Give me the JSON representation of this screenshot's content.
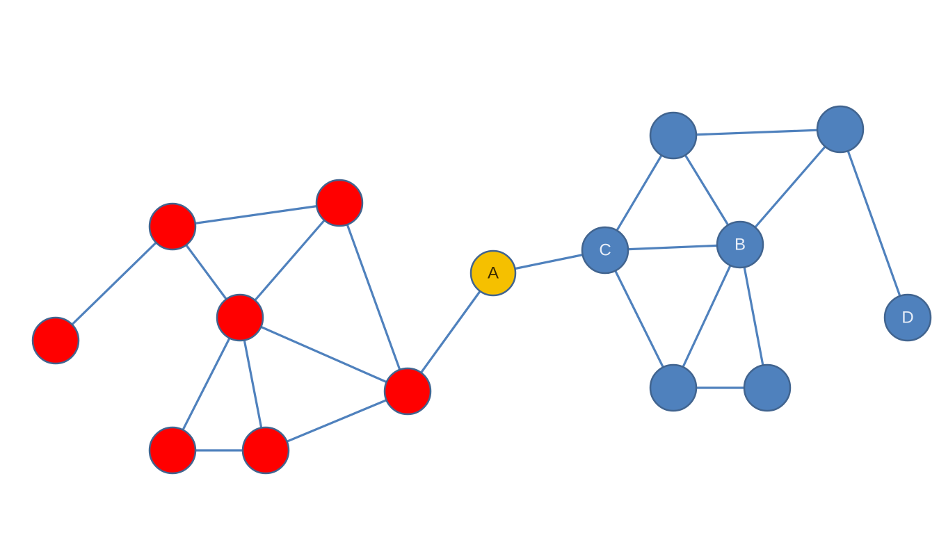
{
  "diagram": {
    "type": "network-graph",
    "colors": {
      "red": "#ff0000",
      "blue": "#4f81bd",
      "yellow": "#f5c000",
      "edge": "#4f81bd",
      "label_dark": "#3a2a00",
      "label_light": "#e8eef8"
    },
    "nodes": [
      {
        "id": "r1",
        "label": "",
        "group": "red"
      },
      {
        "id": "r2",
        "label": "",
        "group": "red"
      },
      {
        "id": "r3",
        "label": "",
        "group": "red"
      },
      {
        "id": "r4",
        "label": "",
        "group": "red"
      },
      {
        "id": "r5",
        "label": "",
        "group": "red"
      },
      {
        "id": "r6",
        "label": "",
        "group": "red"
      },
      {
        "id": "r7",
        "label": "",
        "group": "red"
      },
      {
        "id": "A",
        "label": "A",
        "group": "yellow"
      },
      {
        "id": "C",
        "label": "C",
        "group": "blue"
      },
      {
        "id": "B",
        "label": "B",
        "group": "blue"
      },
      {
        "id": "b1",
        "label": "",
        "group": "blue"
      },
      {
        "id": "b2",
        "label": "",
        "group": "blue"
      },
      {
        "id": "D",
        "label": "D",
        "group": "blue"
      },
      {
        "id": "b3",
        "label": "",
        "group": "blue"
      },
      {
        "id": "b4",
        "label": "",
        "group": "blue"
      }
    ],
    "edges": [
      [
        "r1",
        "r2"
      ],
      [
        "r2",
        "r3"
      ],
      [
        "r2",
        "r4"
      ],
      [
        "r3",
        "r4"
      ],
      [
        "r3",
        "r5"
      ],
      [
        "r4",
        "r5"
      ],
      [
        "r4",
        "r6"
      ],
      [
        "r4",
        "r7"
      ],
      [
        "r6",
        "r7"
      ],
      [
        "r7",
        "r5"
      ],
      [
        "r5",
        "A"
      ],
      [
        "A",
        "C"
      ],
      [
        "C",
        "b1"
      ],
      [
        "C",
        "B"
      ],
      [
        "C",
        "b3"
      ],
      [
        "b1",
        "B"
      ],
      [
        "b1",
        "b2"
      ],
      [
        "b2",
        "B"
      ],
      [
        "b2",
        "D"
      ],
      [
        "B",
        "b3"
      ],
      [
        "B",
        "b4"
      ],
      [
        "b3",
        "b4"
      ]
    ]
  }
}
